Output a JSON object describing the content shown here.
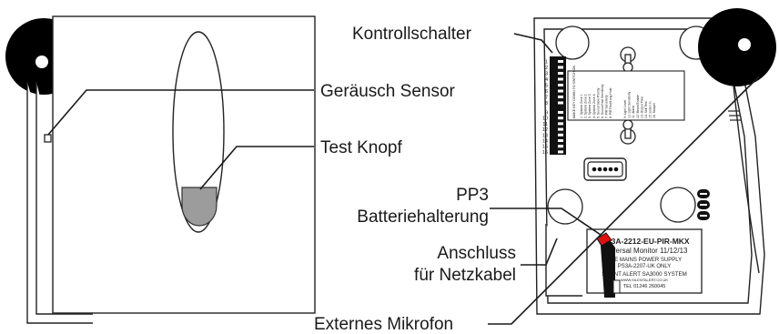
{
  "labels": {
    "switch": "Kontrollschalter",
    "sensor": "Geräusch Sensor",
    "test_button": "Test Knopf",
    "battery_line1": "PP3",
    "battery_line2": "Batteriehalterung",
    "power_line1": "Anschluss",
    "power_line2": "für Netzkabel",
    "microphone": "Externes Mikrofon"
  },
  "dip_numbers": [
    "1",
    "2",
    "3",
    "4",
    "5",
    "6",
    "7",
    "8",
    "9",
    "10",
    "11",
    "12",
    "13",
    "14",
    "15",
    "16"
  ],
  "product_label": {
    "model": "UM3A-2212-EU-PIR-MKX",
    "name": "Universal Monitor 11/12/13",
    "psu1": "USE MAINS POWER SUPPLY",
    "psu2": "PS3A-2207-UK ONLY",
    "system": "SILENT ALERT SA3000 SYSTEM",
    "web": "WWW.SILENTALERT.CO.UK",
    "tel": "TEL 01246 260045"
  },
  "key_card": {
    "title": "MAKE KEY DOWN TO SWITCH ON",
    "items": [
      "1. System Zone 1",
      "2. System Zone 2",
      "3. System Zone 3",
      "4. System Zone 4",
      "5. Sound Slow Priority",
      "6. Sound Fast Sensitivity",
      "7. PIR Sensitivity",
      "8. PIR Fast/Long Hold",
      "9. Light Level",
      "10. Light Sensitivity",
      "11. Alarm",
      "12. Beam Enable",
      "13. Output Time",
      "14. Self Test",
      "15. Listen In",
      "16. Tamper"
    ]
  },
  "colors": {
    "line": "#1a1a1a",
    "disc": "#000000",
    "button_grey": "#9c9c9c",
    "battery_red": "#e01010"
  }
}
